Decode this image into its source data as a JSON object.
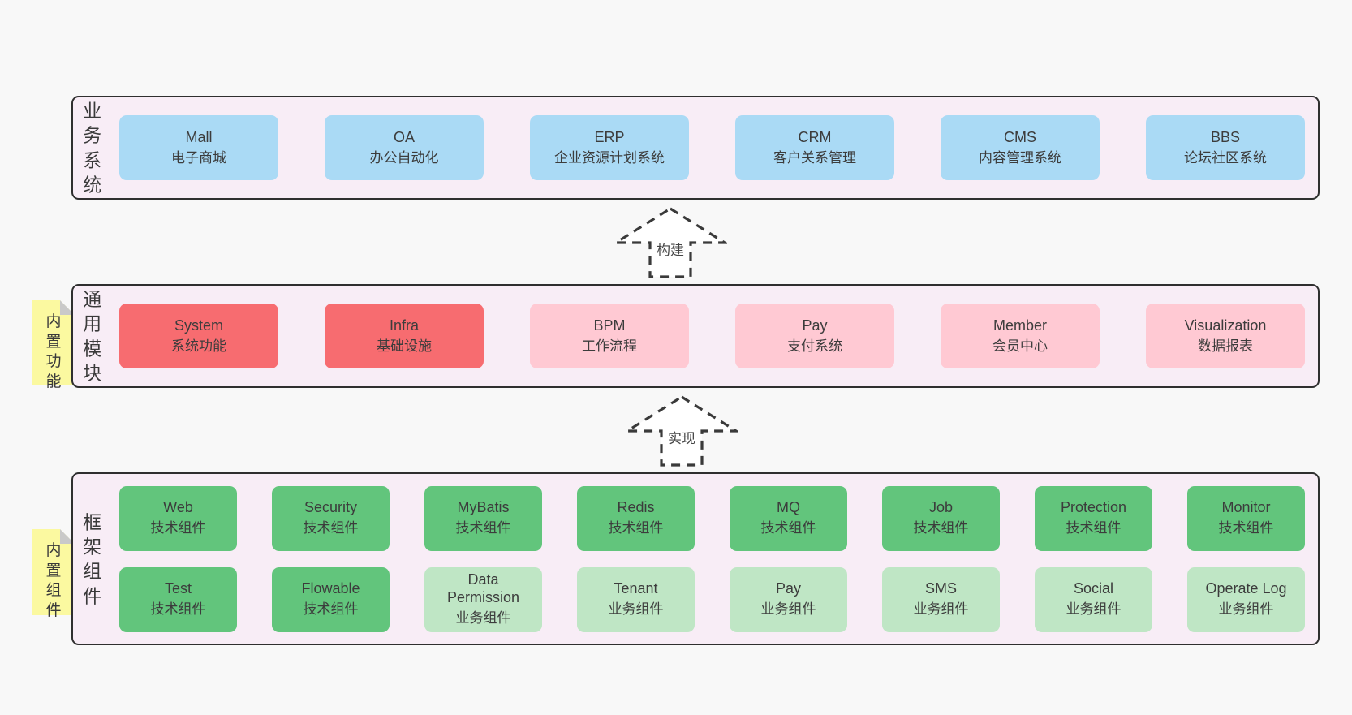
{
  "layers": {
    "business": {
      "label": "业务系统",
      "boxes": [
        {
          "en": "Mall",
          "zh": "电子商城",
          "type": "business"
        },
        {
          "en": "OA",
          "zh": "办公自动化",
          "type": "business"
        },
        {
          "en": "ERP",
          "zh": "企业资源计划系统",
          "type": "business"
        },
        {
          "en": "CRM",
          "zh": "客户关系管理",
          "type": "business"
        },
        {
          "en": "CMS",
          "zh": "内容管理系统",
          "type": "business"
        },
        {
          "en": "BBS",
          "zh": "论坛社区系统",
          "type": "business"
        }
      ]
    },
    "modules": {
      "label": "通用模块",
      "note": "内置功能",
      "boxes": [
        {
          "en": "System",
          "zh": "系统功能",
          "type": "core"
        },
        {
          "en": "Infra",
          "zh": "基础设施",
          "type": "core"
        },
        {
          "en": "BPM",
          "zh": "工作流程",
          "type": "module"
        },
        {
          "en": "Pay",
          "zh": "支付系统",
          "type": "module"
        },
        {
          "en": "Member",
          "zh": "会员中心",
          "type": "module"
        },
        {
          "en": "Visualization",
          "zh": "数据报表",
          "type": "module"
        }
      ]
    },
    "components": {
      "label": "框架组件",
      "note": "内置组件",
      "row1": [
        {
          "en": "Web",
          "zh": "技术组件",
          "type": "tech"
        },
        {
          "en": "Security",
          "zh": "技术组件",
          "type": "tech"
        },
        {
          "en": "MyBatis",
          "zh": "技术组件",
          "type": "tech"
        },
        {
          "en": "Redis",
          "zh": "技术组件",
          "type": "tech"
        },
        {
          "en": "MQ",
          "zh": "技术组件",
          "type": "tech"
        },
        {
          "en": "Job",
          "zh": "技术组件",
          "type": "tech"
        },
        {
          "en": "Protection",
          "zh": "技术组件",
          "type": "tech"
        },
        {
          "en": "Monitor",
          "zh": "技术组件",
          "type": "tech"
        }
      ],
      "row2": [
        {
          "en": "Test",
          "zh": "技术组件",
          "type": "tech"
        },
        {
          "en": "Flowable",
          "zh": "技术组件",
          "type": "tech"
        },
        {
          "en": "Data Permission",
          "zh": "业务组件",
          "type": "biz"
        },
        {
          "en": "Tenant",
          "zh": "业务组件",
          "type": "biz"
        },
        {
          "en": "Pay",
          "zh": "业务组件",
          "type": "biz"
        },
        {
          "en": "SMS",
          "zh": "业务组件",
          "type": "biz"
        },
        {
          "en": "Social",
          "zh": "业务组件",
          "type": "biz"
        },
        {
          "en": "Operate Log",
          "zh": "业务组件",
          "type": "biz"
        }
      ]
    }
  },
  "arrows": {
    "build": "构建",
    "implement": "实现"
  },
  "colors": {
    "page_bg": "#f8f8f8",
    "layer_bg": "#f8edf6",
    "layer_border": "#2f2f2f",
    "business_box": "#aadaf5",
    "core_module_box": "#f76c70",
    "module_box": "#ffc9d3",
    "tech_component_box": "#62c57c",
    "biz_component_box": "#bfe6c5",
    "sticky_note_bg": "#fbf9a0",
    "sticky_note_fold": "#c9c9c9",
    "arrow_stroke": "#3a3a3a"
  }
}
